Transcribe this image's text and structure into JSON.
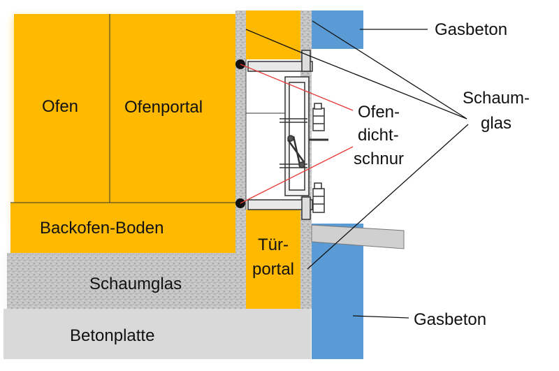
{
  "labels": {
    "ofen": "Ofen",
    "ofenportal": "Ofenportal",
    "backofen_boden": "Backofen-Boden",
    "schaumglas": "Schaumglas",
    "betonplatte": "Betonplatte",
    "tuerportal_line1": "Tür-",
    "tuerportal_line2": "portal",
    "ofendichtschnur_line1": "Ofen-",
    "ofendichtschnur_line2": "dicht-",
    "ofendichtschnur_line3": "schnur",
    "schaumglas_right_line1": "Schaum-",
    "schaumglas_right_line2": "glas",
    "gasbeton_top": "Gasbeton",
    "gasbeton_bottom": "Gasbeton"
  },
  "colors": {
    "ofen_orange": "#FFB900",
    "gasbeton_blue": "#5B9BD5",
    "betonplatte_gray": "#D9D9D9",
    "shelf_gray": "#D0D0D0",
    "schaumglas_gray": "#BDBDBD",
    "leader_red": "#E53935",
    "line_black": "#111111"
  }
}
